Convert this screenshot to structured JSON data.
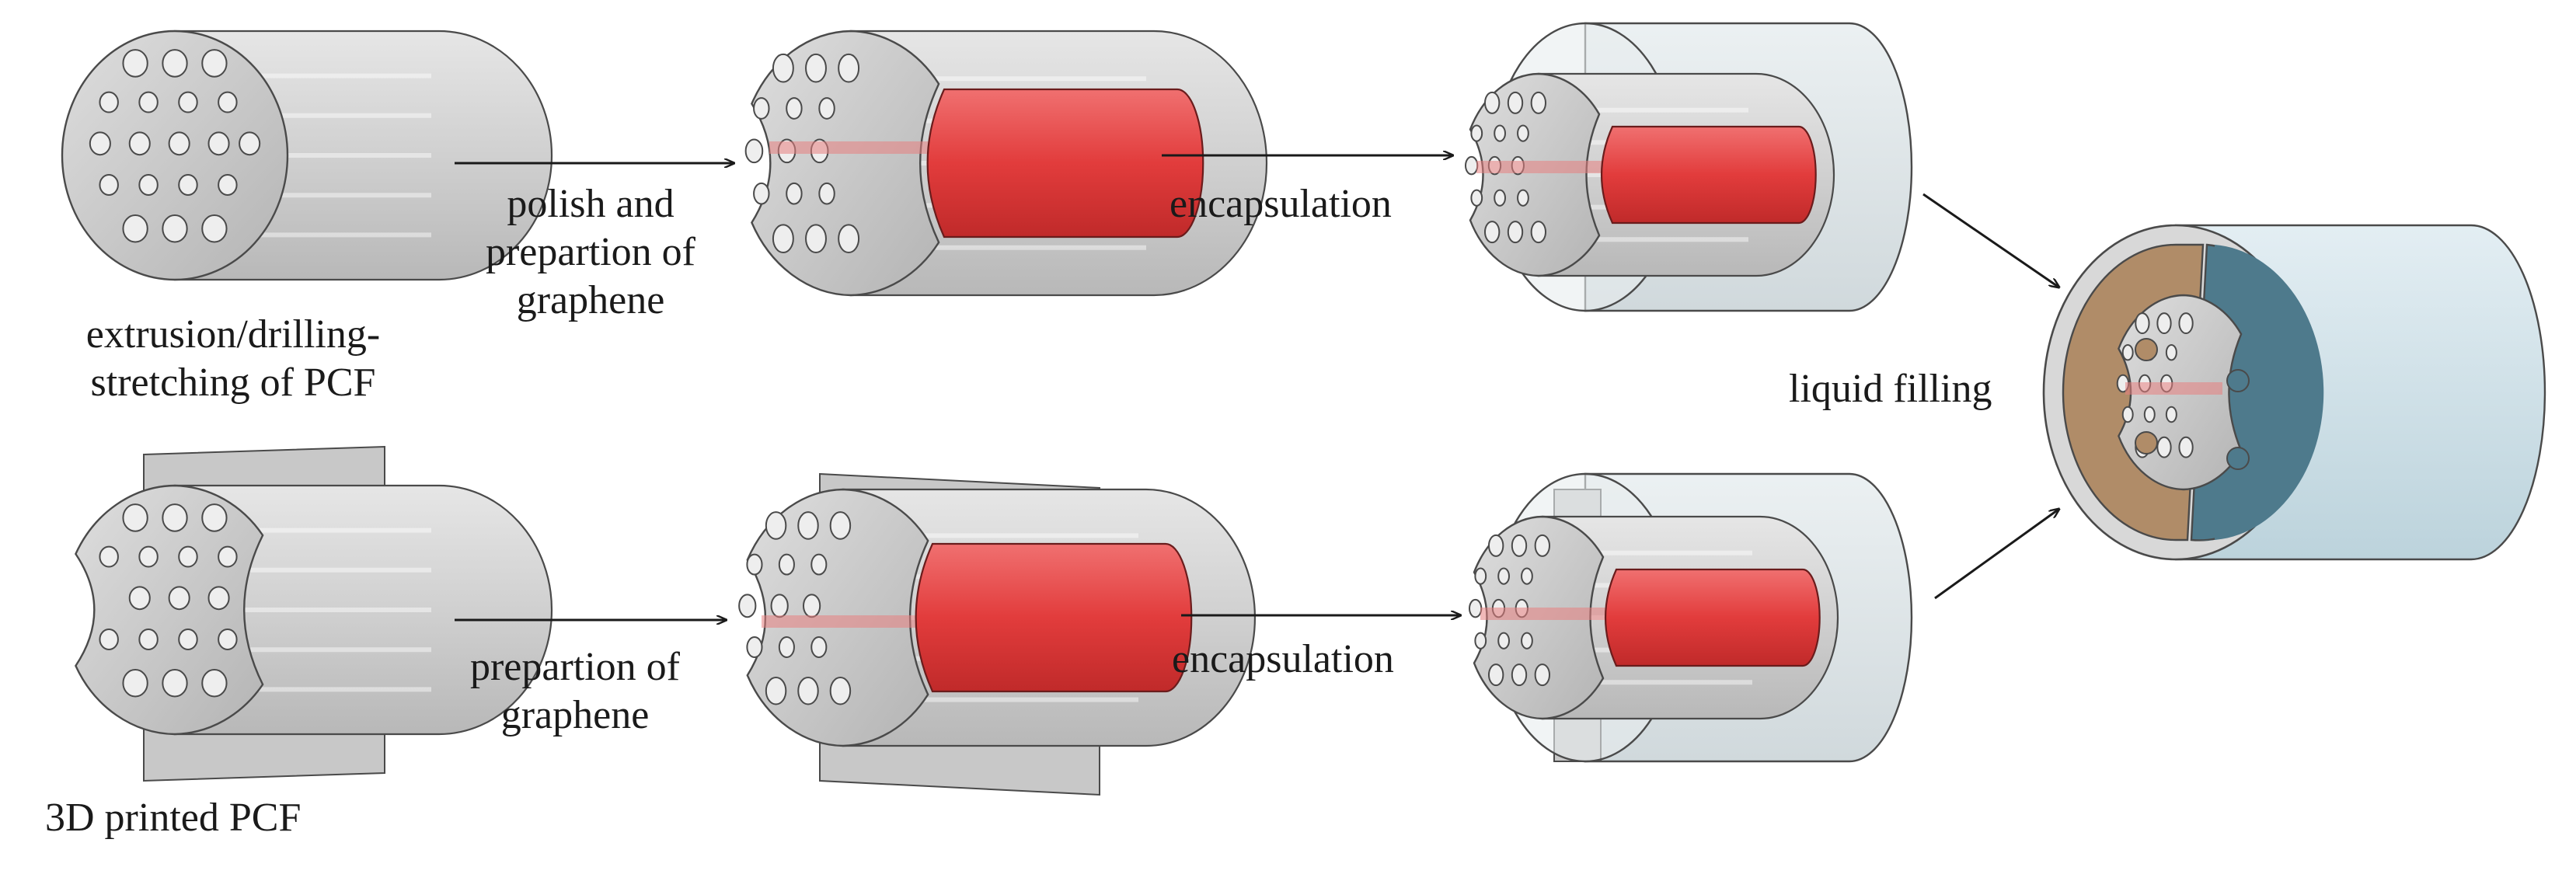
{
  "labels": {
    "top_source": [
      "extrusion/drilling-",
      "stretching of PCF"
    ],
    "bottom_source": "3D printed PCF",
    "top_step1": [
      "polish and",
      "prepartion of",
      "graphene"
    ],
    "bottom_step1": [
      "prepartion of",
      "graphene"
    ],
    "top_step2": "encapsulation",
    "bottom_step2": "encapsulation",
    "final_step": "liquid filling"
  },
  "colors": {
    "fiber_body": "#cfcfcf",
    "fiber_edge": "#4a4a4a",
    "hole_fill": "#eeeeee",
    "graphene_red": "#e04848",
    "liquid_brown": "#b08c68",
    "liquid_blue": "#4e7a8c",
    "capsule_tint": "#d9e8ef",
    "arrow": "#1a1a1a"
  }
}
